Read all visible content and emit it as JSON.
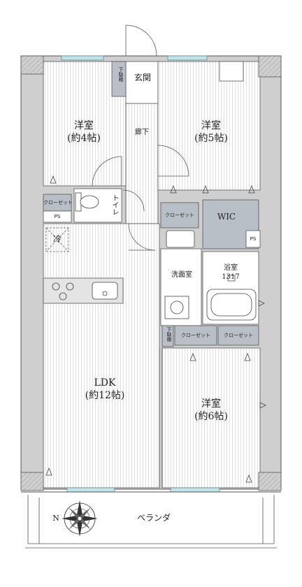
{
  "rooms": {
    "western_room_a": {
      "name": "洋室",
      "size": "(約4帖)"
    },
    "western_room_b": {
      "name": "洋室",
      "size": "(約5帖)"
    },
    "western_room_c": {
      "name": "洋室",
      "size": "(約6帖)"
    },
    "ldk": {
      "name": "LDK",
      "size": "(約12帖)"
    },
    "entrance": "玄関",
    "shoe_cabinet": "下駄箱",
    "shoe_cabinet_2": "下駄箱",
    "hallway": "廊下",
    "toilet": "トイレ",
    "washroom": "洗面室",
    "bathroom": {
      "name": "浴室",
      "size": "1317"
    },
    "wic": "WIC",
    "balcony": "ベランダ",
    "refrigerator": "冷",
    "ps_left": "PS",
    "ps_right": "PS"
  },
  "closets": {
    "closet_left": "クローゼット",
    "closet_mid": "クローゼット",
    "closet_bottom_1": "クローゼット",
    "closet_bottom_2": "クローゼット"
  },
  "compass": {
    "north": "N"
  },
  "colors": {
    "wall": "#c9c9c9",
    "wall_edge": "#555555",
    "floor_line": "#d6d6d6",
    "closet_fill": "#b9bfc6",
    "window": "#bfe4ea",
    "ink": "#333333"
  }
}
